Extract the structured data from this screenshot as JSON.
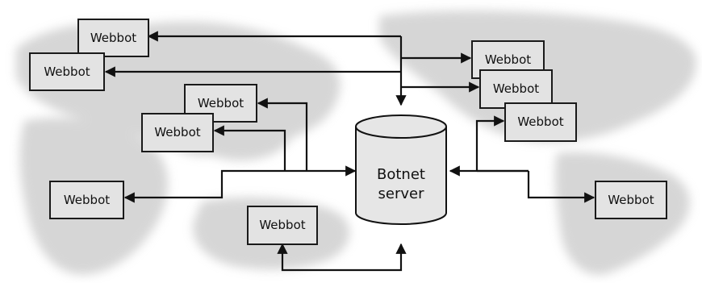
{
  "diagram": {
    "server": {
      "line1": "Botnet",
      "line2": "server"
    },
    "nodes": [
      {
        "id": "asia-north",
        "label": "Webbot"
      },
      {
        "id": "europe",
        "label": "Webbot"
      },
      {
        "id": "asia-east-1",
        "label": "Webbot"
      },
      {
        "id": "asia-east-2",
        "label": "Webbot"
      },
      {
        "id": "africa",
        "label": "Webbot"
      },
      {
        "id": "oceania",
        "label": "Webbot"
      },
      {
        "id": "namerica-1",
        "label": "Webbot"
      },
      {
        "id": "namerica-2",
        "label": "Webbot"
      },
      {
        "id": "namerica-3",
        "label": "Webbot"
      },
      {
        "id": "samerica",
        "label": "Webbot"
      }
    ],
    "colors": {
      "node_fill": "#e3e3e3",
      "server_fill": "#e6e6e6",
      "stroke": "#111111",
      "map": "#b9b9b9"
    }
  }
}
